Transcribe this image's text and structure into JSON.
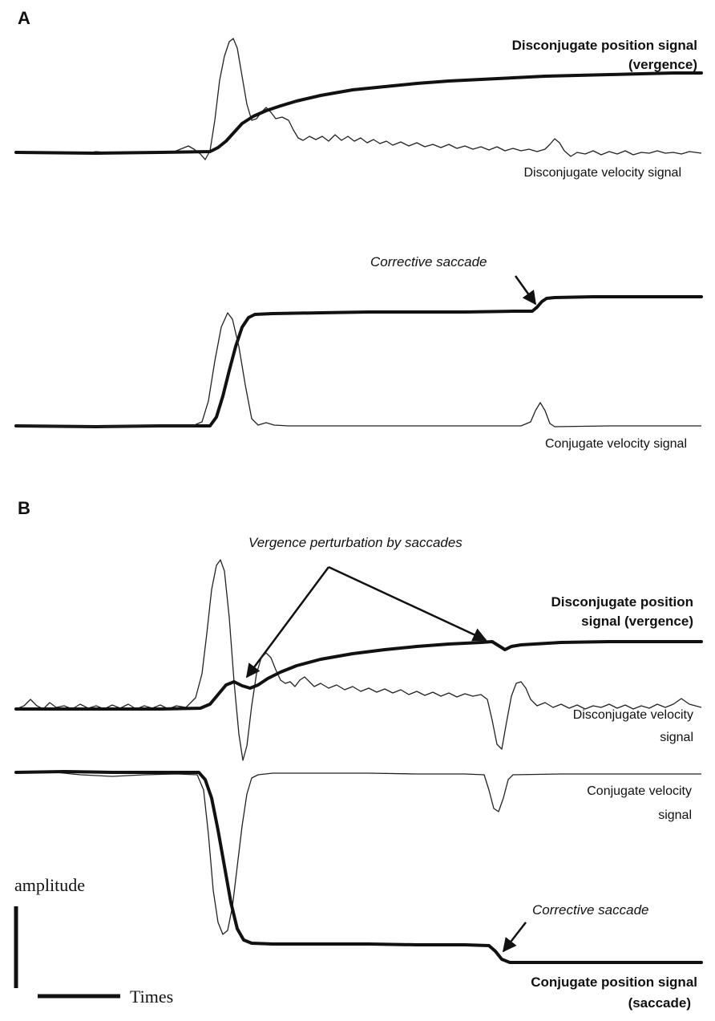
{
  "panel_a": {
    "label": "A",
    "disconj_position_line1": "Disconjugate position signal",
    "disconj_position_line2": "(vergence)",
    "disconj_velocity": "Disconjugate velocity signal",
    "corrective_saccade": "Corrective saccade",
    "conj_velocity": "Conjugate velocity signal"
  },
  "panel_b": {
    "label": "B",
    "vergence_perturbation": "Vergence perturbation by saccades",
    "disconj_position_line1": "Disconjugate position",
    "disconj_position_line2": "signal (vergence)",
    "disconj_velocity_line1": "Disconjugate velocity",
    "disconj_velocity_line2": "signal",
    "conj_velocity_line1": "Conjugate velocity",
    "conj_velocity_line2": "signal",
    "corrective_saccade": "Corrective saccade",
    "conj_position_line1": "Conjugate position signal",
    "conj_position_line2": "(saccade)"
  },
  "scale": {
    "amplitude": "amplitude",
    "times": "Times"
  },
  "colors": {
    "trace": "#111111",
    "background": "#ffffff"
  }
}
